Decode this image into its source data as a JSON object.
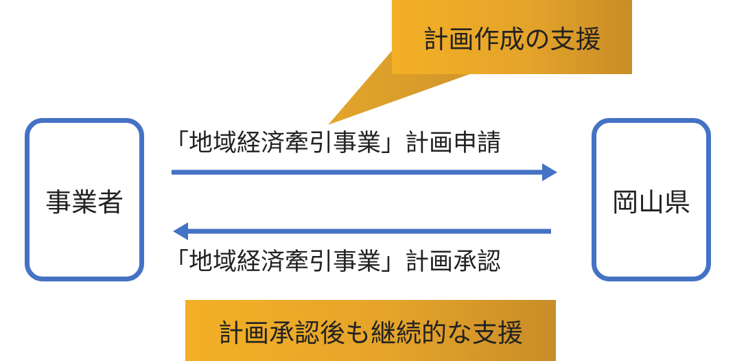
{
  "diagram": {
    "left_box": {
      "label": "事業者"
    },
    "right_box": {
      "label": "岡山県"
    },
    "arrow_apply": {
      "label": "「地域経済牽引事業」計画申請",
      "direction": "right"
    },
    "arrow_approve": {
      "label": "「地域経済牽引事業」計画承認",
      "direction": "left"
    },
    "callout_top": {
      "label": "計画作成の支援"
    },
    "callout_bottom": {
      "label": "計画承認後も継続的な支援"
    }
  },
  "colors": {
    "box_border": "#4472c4",
    "arrow": "#4472c4",
    "callout_fill": "#e5a42a"
  }
}
